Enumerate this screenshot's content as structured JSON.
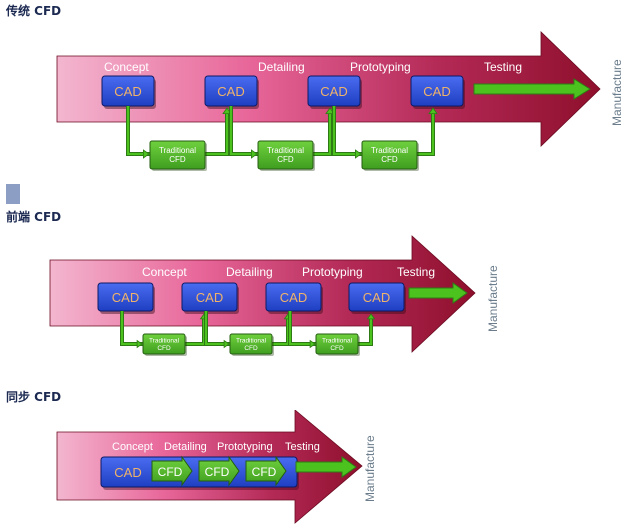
{
  "sections": [
    {
      "title": "传统 CFD",
      "stages": [
        "Concept",
        "Detailing",
        "Prototyping",
        "Testing"
      ],
      "cad_boxes": [
        "CAD",
        "CAD",
        "CAD",
        "CAD"
      ],
      "cfd_boxes": [
        "Traditional\nCFD",
        "Traditional\nCFD",
        "Traditional\nCFD"
      ],
      "end_label": "Manufacture"
    },
    {
      "title": "前端 CFD",
      "stages": [
        "Concept",
        "Detailing",
        "Prototyping",
        "Testing"
      ],
      "cad_boxes": [
        "CAD",
        "CAD",
        "CAD",
        "CAD"
      ],
      "cfd_boxes": [
        "Traditional\nCFD",
        "Traditional\nCFD",
        "Traditional\nCFD"
      ],
      "end_label": "Manufacture"
    },
    {
      "title": "同步 CFD",
      "stages": [
        "Concept",
        "Detailing",
        "Prototyping",
        "Testing"
      ],
      "cad_boxes": [
        "CAD"
      ],
      "cfd_boxes": [
        "CFD",
        "CFD",
        "CFD"
      ],
      "end_label": "Manufacture"
    }
  ],
  "colors": {
    "arrow_pink": "#e8679a",
    "arrow_dark": "#8e0f2c",
    "cad_blue": "#1f3fc2",
    "cad_text": "#f0b36a",
    "cfd_green": "#3f9e1f",
    "bright_green": "#4cc21f",
    "manufacture_text": "#6b7d8c"
  }
}
